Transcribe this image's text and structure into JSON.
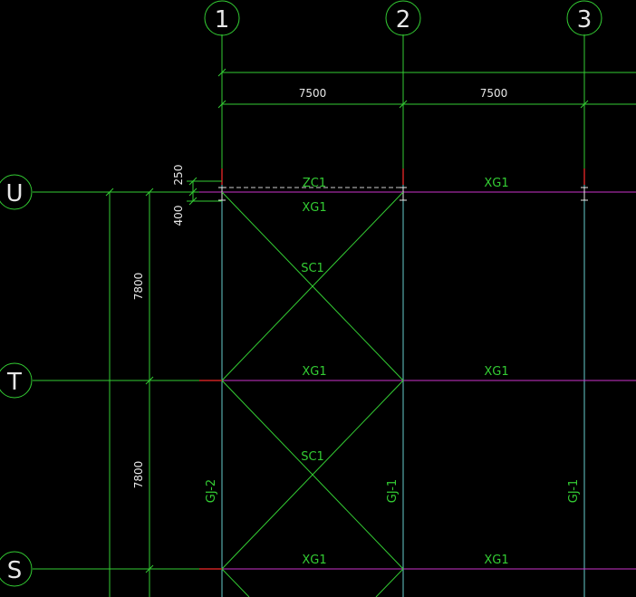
{
  "colors": {
    "background": "#000000",
    "grid_line": "#33cc33",
    "column_line": "#66cccc",
    "beam_line": "#cc33cc",
    "dimension_line": "#33cc33",
    "brace_line": "#33cc33",
    "column_mark": "#cc2222",
    "text_white": "#e8e8e8",
    "text_green": "#33cc33",
    "dashed_line": "#cccccc"
  },
  "axes": {
    "vertical": [
      "1",
      "2",
      "3"
    ],
    "horizontal": [
      "U",
      "T",
      "S"
    ]
  },
  "dimensions": {
    "top": [
      "7500",
      "7500"
    ],
    "left_main": [
      "7800",
      "7800"
    ],
    "left_small": [
      "250",
      "400"
    ]
  },
  "beams": {
    "row_u": [
      "ZC1",
      "XG1",
      "XG1"
    ],
    "row_t": [
      "XG1",
      "XG1"
    ],
    "row_s": [
      "XG1",
      "XG1"
    ]
  },
  "braces": [
    "SC1",
    "SC1"
  ],
  "frames": [
    "GJ-2",
    "GJ-1",
    "GJ-1"
  ]
}
